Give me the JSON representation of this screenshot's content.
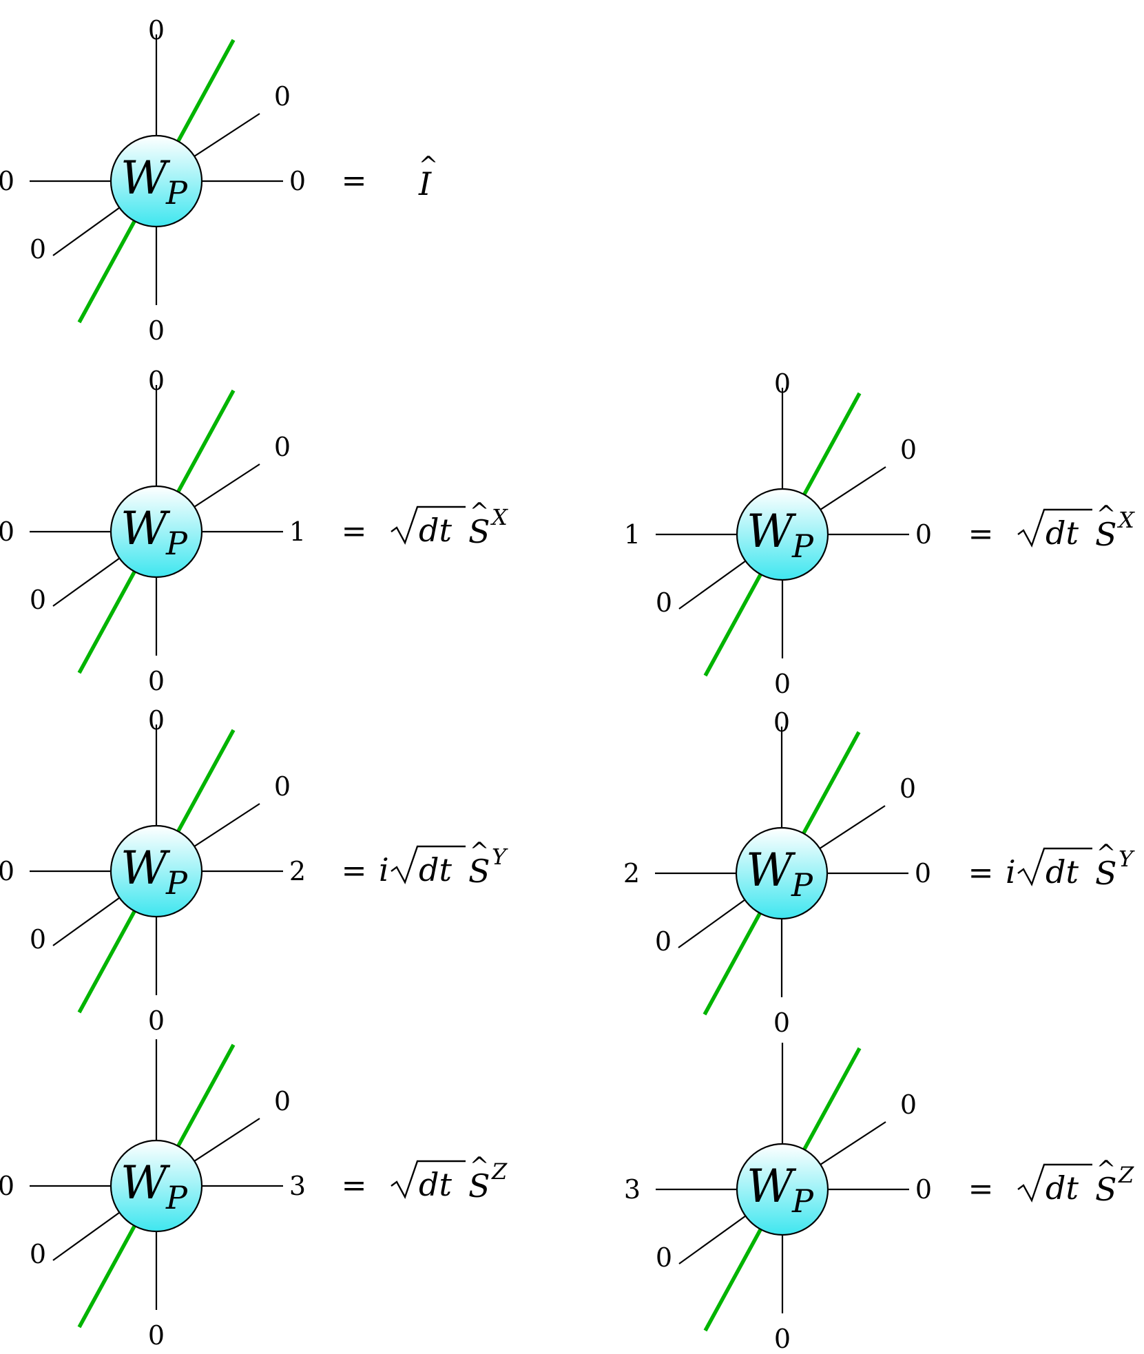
{
  "node": {
    "symbol": "W",
    "subscript": "P",
    "fill_top": "#ffffff",
    "fill_bottom": "#3fe6ef",
    "green_leg": "#00b400"
  },
  "tensors": [
    {
      "id": "t1",
      "indices": {
        "top": "0",
        "upper_right": "0",
        "right": "0",
        "left": "0",
        "lower_left": "0",
        "bottom": "0"
      },
      "equation": {
        "sign": "=",
        "prefix": "",
        "sqrt": "",
        "operator": "I",
        "superscript": ""
      }
    },
    {
      "id": "t2",
      "indices": {
        "top": "0",
        "upper_right": "0",
        "right": "1",
        "left": "0",
        "lower_left": "0",
        "bottom": "0"
      },
      "equation": {
        "sign": "=",
        "prefix": "",
        "sqrt": "dt",
        "operator": "S",
        "superscript": "X"
      }
    },
    {
      "id": "t3",
      "indices": {
        "top": "0",
        "upper_right": "0",
        "right": "0",
        "left": "1",
        "lower_left": "0",
        "bottom": "0"
      },
      "equation": {
        "sign": "=",
        "prefix": "",
        "sqrt": "dt",
        "operator": "S",
        "superscript": "X"
      }
    },
    {
      "id": "t4",
      "indices": {
        "top": "0",
        "upper_right": "0",
        "right": "2",
        "left": "0",
        "lower_left": "0",
        "bottom": "0"
      },
      "equation": {
        "sign": "=",
        "prefix": "i",
        "sqrt": "dt",
        "operator": "S",
        "superscript": "Y"
      }
    },
    {
      "id": "t5",
      "indices": {
        "top": "0",
        "upper_right": "0",
        "right": "0",
        "left": "2",
        "lower_left": "0",
        "bottom": "0"
      },
      "equation": {
        "sign": "=",
        "prefix": "i",
        "sqrt": "dt",
        "operator": "S",
        "superscript": "Y"
      }
    },
    {
      "id": "t6",
      "indices": {
        "top": "",
        "upper_right": "0",
        "right": "3",
        "left": "0",
        "lower_left": "0",
        "bottom": "0"
      },
      "equation": {
        "sign": "=",
        "prefix": "",
        "sqrt": "dt",
        "operator": "S",
        "superscript": "Z"
      }
    },
    {
      "id": "t7",
      "indices": {
        "top": "",
        "upper_right": "0",
        "right": "0",
        "left": "3",
        "lower_left": "0",
        "bottom": "0"
      },
      "equation": {
        "sign": "=",
        "prefix": "",
        "sqrt": "dt",
        "operator": "S",
        "superscript": "Z"
      }
    }
  ]
}
